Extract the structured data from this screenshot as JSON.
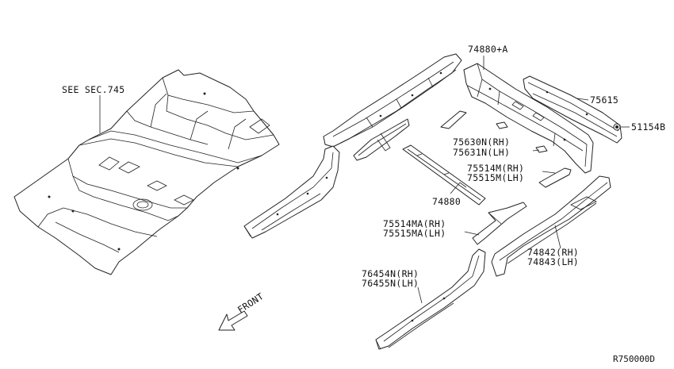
{
  "labels": {
    "see_sec": "SEE SEC.745",
    "p74880a": "74880+A",
    "p75615": "75615",
    "p51154b": "51154B",
    "p75630n": "75630N(RH)",
    "p75631n": "75631N(LH)",
    "p75514m": "75514M(RH)",
    "p75515m": "75515M(LH)",
    "p74880": "74880",
    "p75514ma": "75514MA(RH)",
    "p75515ma": "75515MA(LH)",
    "p74842": "74842(RH)",
    "p74843": "74843(LH)",
    "p76454n": "76454N(RH)",
    "p76455n": "76455N(LH)",
    "front": "FRONT",
    "ref_code": "R750000D"
  },
  "icons": [
    "front-arrow-icon",
    "bolt-icon"
  ]
}
